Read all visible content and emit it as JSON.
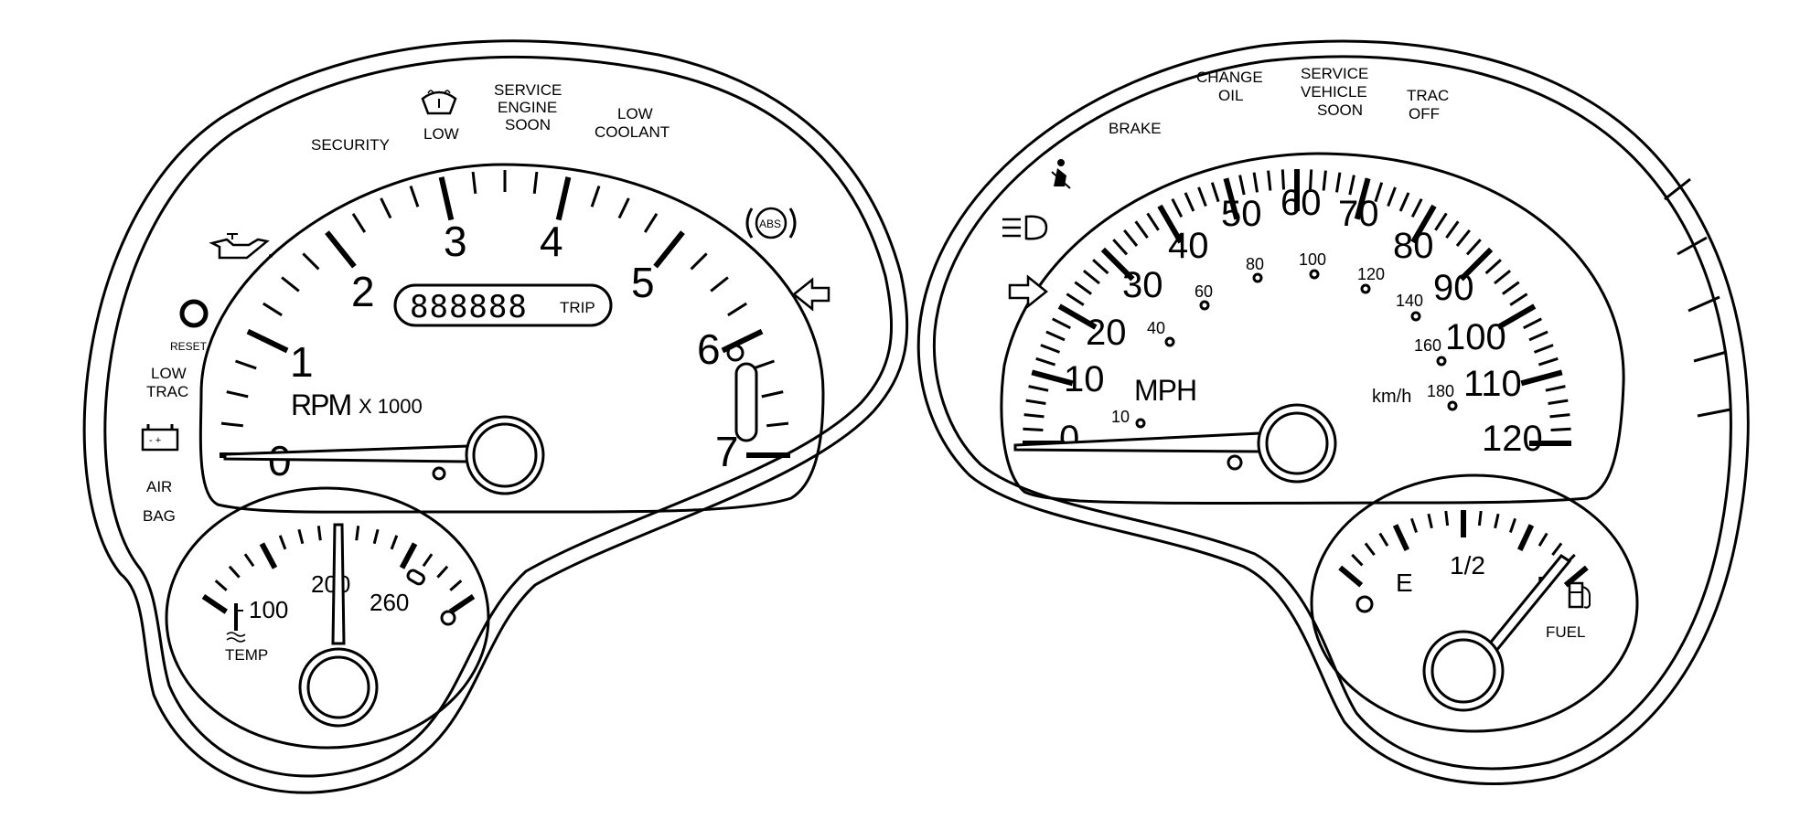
{
  "tachometer": {
    "ticks": [
      {
        "label": "0",
        "value": 0
      },
      {
        "label": "1",
        "value": 1
      },
      {
        "label": "2",
        "value": 2
      },
      {
        "label": "3",
        "value": 3
      },
      {
        "label": "4",
        "value": 4
      },
      {
        "label": "5",
        "value": 5
      },
      {
        "label": "6",
        "value": 6
      },
      {
        "label": "7",
        "value": 7
      }
    ],
    "unit_main": "RPM",
    "unit_suffix": "X 1000",
    "odometer": "888888",
    "trip_label": "TRIP"
  },
  "speedometer": {
    "mph_ticks": [
      "0",
      "10",
      "20",
      "30",
      "40",
      "50",
      "60",
      "70",
      "80",
      "90",
      "100",
      "110",
      "120"
    ],
    "kmh_ticks": [
      "10",
      "40",
      "60",
      "80",
      "100",
      "120",
      "140",
      "160",
      "180"
    ],
    "mph_label": "MPH",
    "kmh_label": "km/h"
  },
  "temp_gauge": {
    "ticks": [
      "100",
      "200",
      "260"
    ],
    "label": "TEMP"
  },
  "fuel_gauge": {
    "empty": "E",
    "half": "1/2",
    "full": "F",
    "label": "FUEL"
  },
  "indicators": {
    "security": "SECURITY",
    "washer_low": "LOW",
    "service_engine_1": "SERVICE",
    "service_engine_2": "ENGINE",
    "service_engine_3": "SOON",
    "low_coolant_1": "LOW",
    "low_coolant_2": "COOLANT",
    "reset": "RESET",
    "low_trac_1": "LOW",
    "low_trac_2": "TRAC",
    "air_bag_1": "AIR",
    "air_bag_2": "BAG",
    "abs": "ABS",
    "brake": "BRAKE",
    "change_oil_1": "CHANGE",
    "change_oil_2": "OIL",
    "service_vehicle_1": "SERVICE",
    "service_vehicle_2": "VEHICLE",
    "service_vehicle_3": "SOON",
    "trac_off_1": "TRAC",
    "trac_off_2": "OFF"
  },
  "icons": [
    "oil-can-icon",
    "washer-fluid-icon",
    "battery-icon",
    "abs-icon",
    "turn-left-arrow-icon",
    "turn-right-arrow-icon",
    "headlight-icon",
    "seatbelt-icon",
    "fuel-pump-icon",
    "thermometer-icon",
    "reset-button"
  ]
}
